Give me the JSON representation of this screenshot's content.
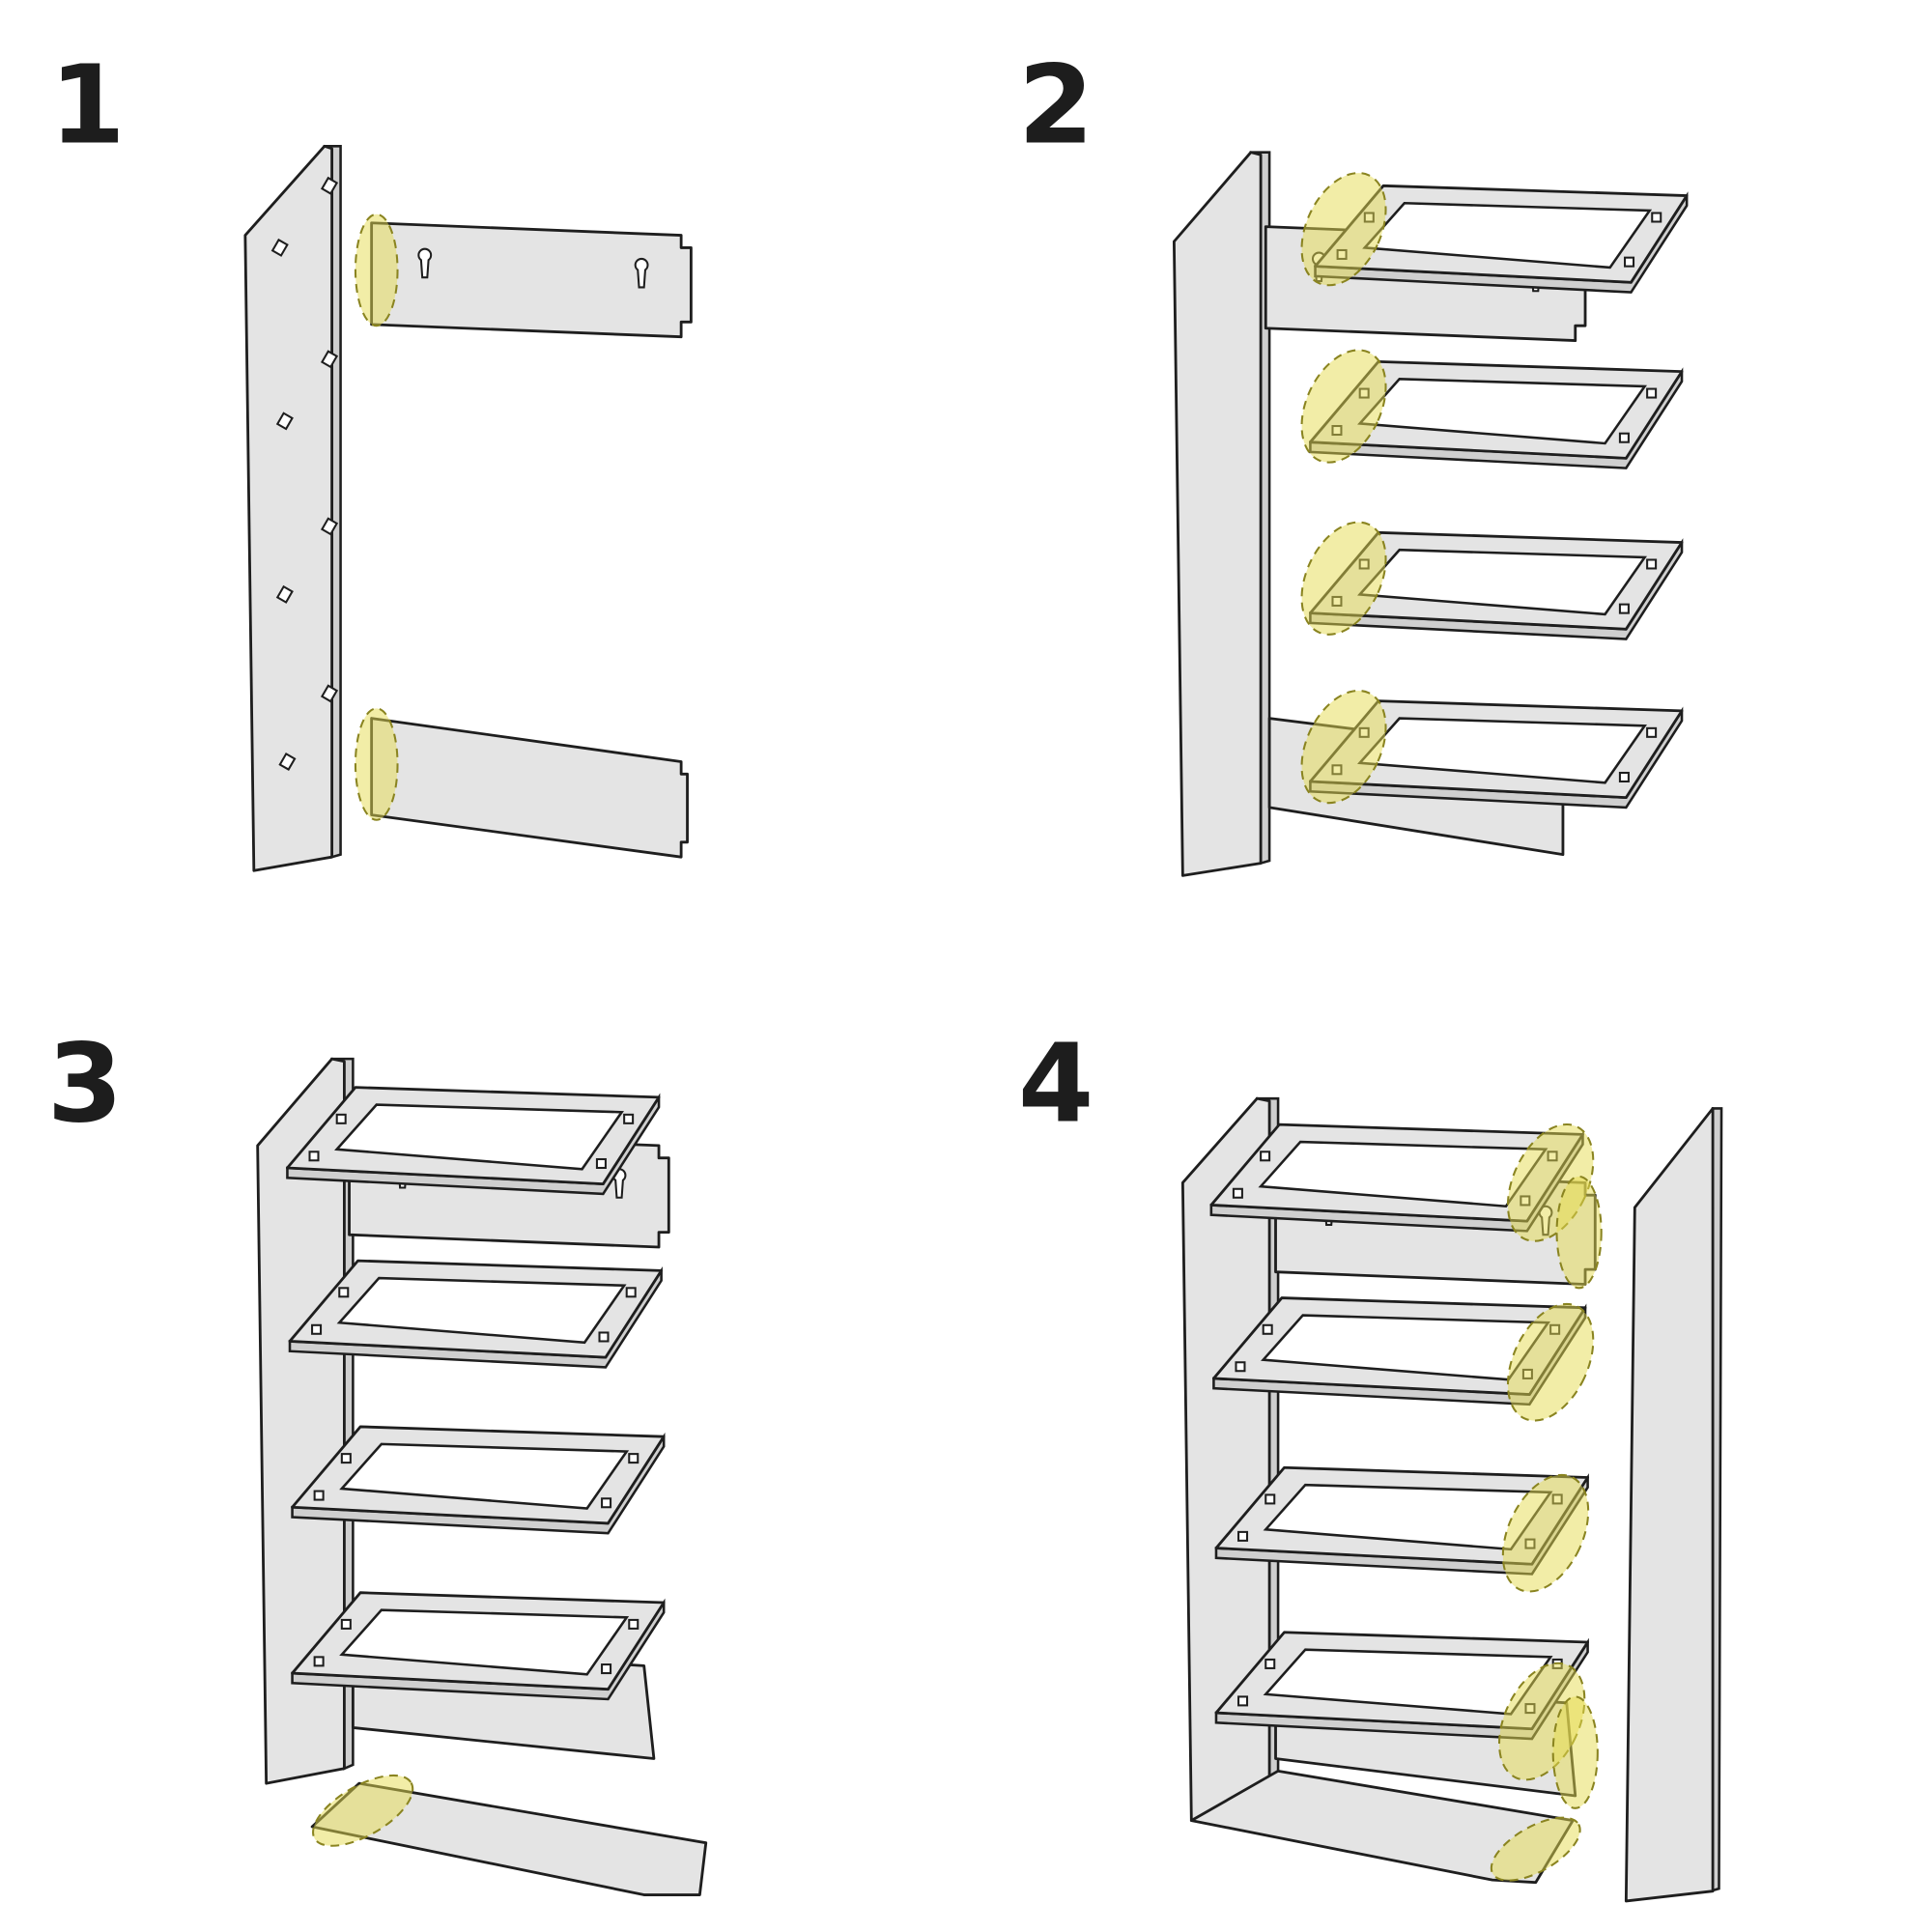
{
  "steps": [
    {
      "label": "1"
    },
    {
      "label": "2"
    },
    {
      "label": "3"
    },
    {
      "label": "4"
    }
  ],
  "colors": {
    "panel": "#e4e4e4",
    "outline": "#1e1e1e",
    "highlight": "#e6dc50"
  }
}
